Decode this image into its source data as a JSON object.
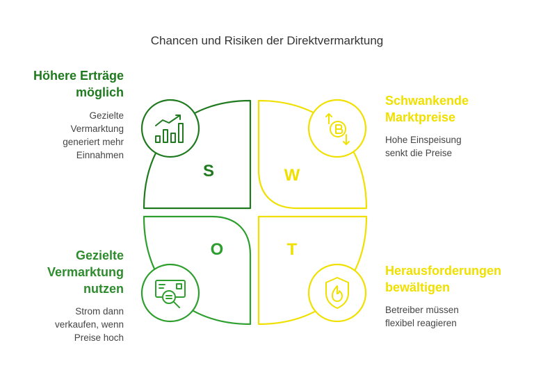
{
  "title": "Chancen und Risiken der Direktvermarktung",
  "quadrants": {
    "strengths": {
      "letter": "S",
      "heading_line1": "Höhere Erträge",
      "heading_line2": "möglich",
      "desc_lines": [
        "Gezielte",
        "Vermarktung",
        "generiert mehr",
        "Einnahmen"
      ],
      "icon": "bar-chart-trend-icon",
      "color": "#1f7a1f"
    },
    "weaknesses": {
      "letter": "W",
      "heading_line1": "Schwankende",
      "heading_line2": "Marktpreise",
      "desc_lines": [
        "Hohe Einspeisung",
        "senkt die Preise"
      ],
      "icon": "bitcoin-exchange-icon",
      "color": "#f0e000"
    },
    "opportunities": {
      "letter": "O",
      "heading_line1": "Gezielte",
      "heading_line2": "Vermarktung",
      "heading_line3": "nutzen",
      "desc_lines": [
        "Strom dann",
        "verkaufen, wenn",
        "Preise hoch"
      ],
      "icon": "document-search-icon",
      "color": "#2e9e2e"
    },
    "threats": {
      "letter": "T",
      "heading_line1": "Herausforderungen",
      "heading_line2": "bewältigen",
      "desc_lines": [
        "Betreiber müssen",
        "flexibel reagieren"
      ],
      "icon": "shield-fire-icon",
      "color": "#f0e000"
    }
  }
}
